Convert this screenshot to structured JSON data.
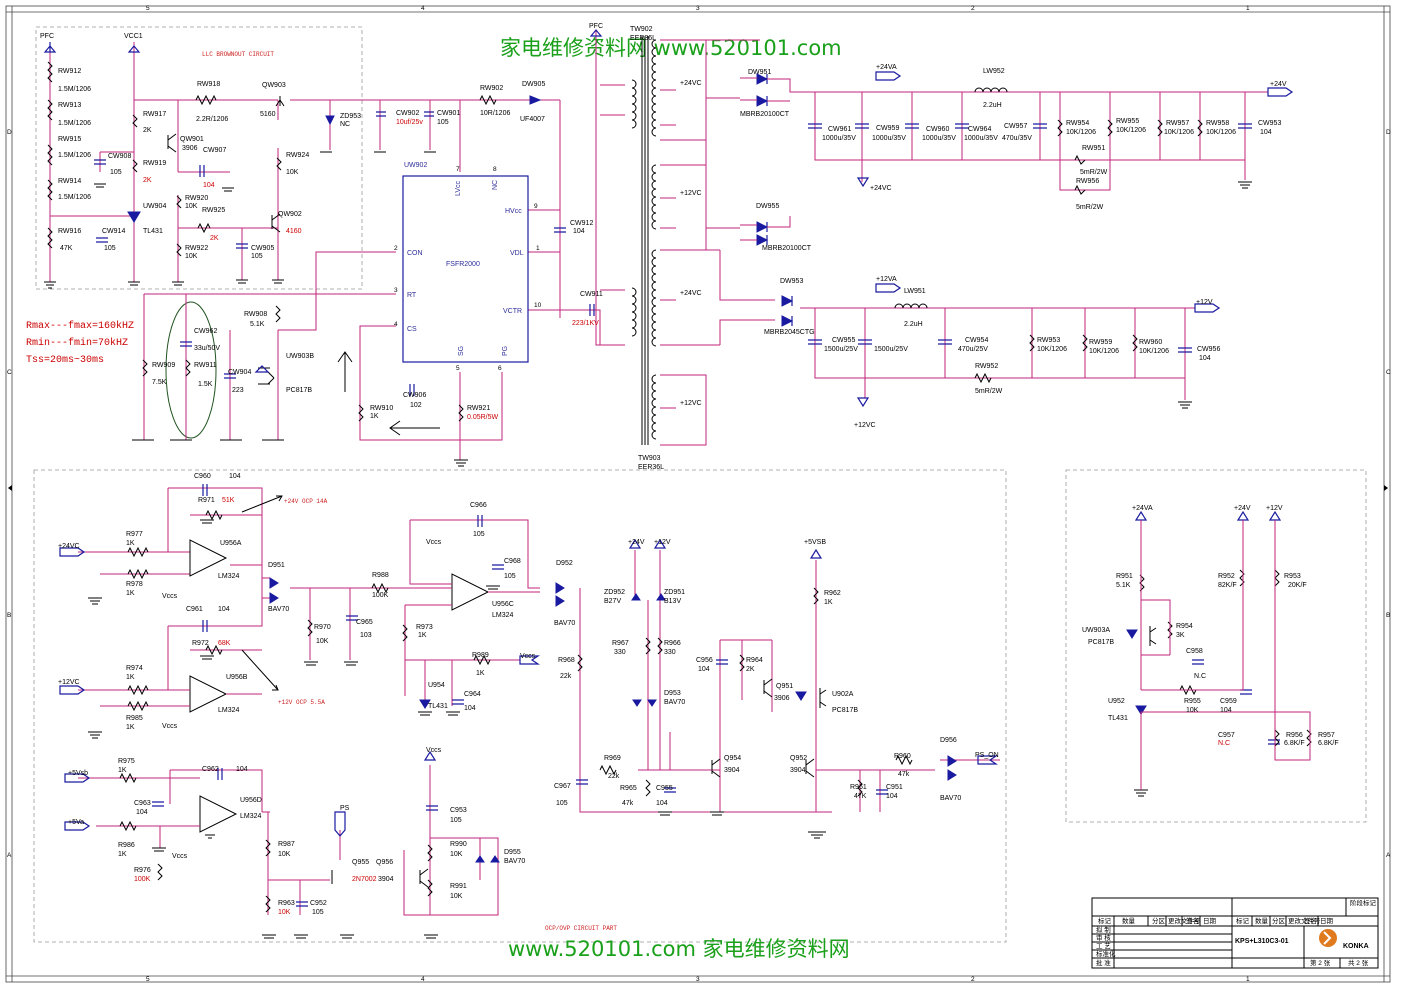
{
  "watermark": {
    "top": "家电维修资料网   www.520101.com",
    "bottom": "www.520101.com  家电维修资料网"
  },
  "frame": {
    "cols": [
      "5",
      "4",
      "3",
      "2",
      "1"
    ],
    "rows": [
      "D",
      "C",
      "B",
      "A"
    ]
  },
  "sections": {
    "llc_brownout": "LLC BROWNOUT CIRCUIT",
    "ocp_ovp": "OCP/OVP CIRCUIT PART"
  },
  "notes": [
    "Rmax---fmax=160kHZ",
    "Rmin---fmin=70kHZ",
    "Tss=20ms~30ms"
  ],
  "ic_uw902": {
    "ref": "UW902",
    "name": "FSFR2000",
    "pins": [
      "LVcc",
      "NC",
      "HVcc",
      "VDL",
      "CON",
      "RT",
      "CS",
      "VCTR",
      "SG",
      "PG"
    ],
    "pin_numbers": [
      "7",
      "8",
      "9",
      "1",
      "2",
      "3",
      "4",
      "10",
      "5",
      "6"
    ]
  },
  "nets": {
    "pfc": "PFC",
    "vcc1": "VCC1",
    "v24a": "+24VA",
    "v24": "+24V",
    "v24c": "+24VC",
    "v12c": "+12VC",
    "v12a": "+12VA",
    "v12": "+12V",
    "vcc": "Vccs",
    "v5sb": "+5Vsb",
    "v5a": "+5Va",
    "v5vsb": "+5VSB",
    "ps": "PS",
    "ps_on": "PS_ON"
  },
  "transformers": {
    "tw902": "TW902",
    "tw902_core": "EER36L",
    "tw903": "TW903",
    "tw903_core": "EER36L"
  },
  "components": [
    {
      "id": "rw912",
      "t": "RW912"
    },
    {
      "id": "rw912v",
      "t": "1.5M/1206"
    },
    {
      "id": "rw913",
      "t": "RW913"
    },
    {
      "id": "rw913v",
      "t": "1.5M/1206"
    },
    {
      "id": "rw915",
      "t": "RW915"
    },
    {
      "id": "rw915v",
      "t": "1.5M/1206"
    },
    {
      "id": "rw914",
      "t": "RW914"
    },
    {
      "id": "rw914v",
      "t": "1.5M/1206"
    },
    {
      "id": "rw916",
      "t": "RW916"
    },
    {
      "id": "rw916v",
      "t": "47K"
    },
    {
      "id": "cw914",
      "t": "CW914"
    },
    {
      "id": "cw914v",
      "t": "105"
    },
    {
      "id": "rw917",
      "t": "RW917"
    },
    {
      "id": "rw917v",
      "t": "2K"
    },
    {
      "id": "cw908",
      "t": "CW908"
    },
    {
      "id": "cw908v",
      "t": "105"
    },
    {
      "id": "rw919",
      "t": "RW919"
    },
    {
      "id": "uw904",
      "t": "UW904"
    },
    {
      "id": "uw904v",
      "t": "TL431"
    },
    {
      "id": "rw918",
      "t": "RW918"
    },
    {
      "id": "rw918v",
      "t": "2.2R/1206"
    },
    {
      "id": "qw901",
      "t": "QW901"
    },
    {
      "id": "qw901v",
      "t": "3906"
    },
    {
      "id": "cw907",
      "t": "CW907"
    },
    {
      "id": "rw920",
      "t": "RW920"
    },
    {
      "id": "rw920v",
      "t": "10K"
    },
    {
      "id": "rw925",
      "t": "RW925"
    },
    {
      "id": "rw922",
      "t": "RW922"
    },
    {
      "id": "rw922v",
      "t": "10K"
    },
    {
      "id": "cw905",
      "t": "CW905"
    },
    {
      "id": "cw905v",
      "t": "105"
    },
    {
      "id": "qw903",
      "t": "QW903"
    },
    {
      "id": "qw903v",
      "t": "5160"
    },
    {
      "id": "rw924",
      "t": "RW924"
    },
    {
      "id": "rw924v",
      "t": "10K"
    },
    {
      "id": "qw902",
      "t": "QW902"
    },
    {
      "id": "zd953",
      "t": "ZD953"
    },
    {
      "id": "zd953v",
      "t": "NC"
    },
    {
      "id": "cw902",
      "t": "CW902"
    },
    {
      "id": "cw901",
      "t": "CW901"
    },
    {
      "id": "cw901v",
      "t": "105"
    },
    {
      "id": "rw902",
      "t": "RW902"
    },
    {
      "id": "rw902v",
      "t": "10R/1206"
    },
    {
      "id": "dw905",
      "t": "DW905"
    },
    {
      "id": "dw905v",
      "t": "UF4007"
    },
    {
      "id": "cw912",
      "t": "CW912"
    },
    {
      "id": "cw912v",
      "t": "104"
    },
    {
      "id": "cw911",
      "t": "CW911"
    },
    {
      "id": "rw908",
      "t": "RW908"
    },
    {
      "id": "rw908v",
      "t": "5.1K"
    },
    {
      "id": "cw962",
      "t": "CW962"
    },
    {
      "id": "cw962v",
      "t": "33u/50V"
    },
    {
      "id": "rw909",
      "t": "RW909"
    },
    {
      "id": "rw909v",
      "t": "7.5K"
    },
    {
      "id": "rw911",
      "t": "RW911"
    },
    {
      "id": "rw911v",
      "t": "1.5K"
    },
    {
      "id": "cw904",
      "t": "CW904"
    },
    {
      "id": "cw904v",
      "t": "223"
    },
    {
      "id": "uw903b",
      "t": "UW903B"
    },
    {
      "id": "uw903bv",
      "t": "PC817B"
    },
    {
      "id": "cw906",
      "t": "CW906"
    },
    {
      "id": "cw906v",
      "t": "102"
    },
    {
      "id": "rw910",
      "t": "RW910"
    },
    {
      "id": "rw910v",
      "t": "1K"
    },
    {
      "id": "rw921",
      "t": "RW921"
    },
    {
      "id": "dw951",
      "t": "DW951"
    },
    {
      "id": "dw951v",
      "t": "MBRB20100CT"
    },
    {
      "id": "dw955",
      "t": "DW955"
    },
    {
      "id": "dw955v",
      "t": "MBRB20100CT"
    },
    {
      "id": "dw953",
      "t": "DW953"
    },
    {
      "id": "dw953v",
      "t": "MBRB2045CTG"
    },
    {
      "id": "lw952",
      "t": "LW952"
    },
    {
      "id": "lw952v",
      "t": "2.2uH"
    },
    {
      "id": "cw961",
      "t": "CW961"
    },
    {
      "id": "cw961v",
      "t": "1000u/35V"
    },
    {
      "id": "cw959",
      "t": "CW959"
    },
    {
      "id": "cw959v",
      "t": "1000u/35V"
    },
    {
      "id": "cw960",
      "t": "CW960"
    },
    {
      "id": "cw960v",
      "t": "1000u/35V"
    },
    {
      "id": "cw964",
      "t": "CW964"
    },
    {
      "id": "cw964v",
      "t": "1000u/35V"
    },
    {
      "id": "cw957",
      "t": "CW957"
    },
    {
      "id": "cw957v",
      "t": "470u/35V"
    },
    {
      "id": "rw954",
      "t": "RW954"
    },
    {
      "id": "rw954v",
      "t": "10K/1206"
    },
    {
      "id": "rw955",
      "t": "RW955"
    },
    {
      "id": "rw955v",
      "t": "10K/1206"
    },
    {
      "id": "rw957",
      "t": "RW957"
    },
    {
      "id": "rw957v",
      "t": "10K/1206"
    },
    {
      "id": "rw958",
      "t": "RW958"
    },
    {
      "id": "rw958v",
      "t": "10K/1206"
    },
    {
      "id": "cw953",
      "t": "CW953"
    },
    {
      "id": "cw953v",
      "t": "104"
    },
    {
      "id": "rw951",
      "t": "RW951"
    },
    {
      "id": "rw951v",
      "t": "5mR/2W"
    },
    {
      "id": "rw956",
      "t": "RW956"
    },
    {
      "id": "rw956v",
      "t": "5mR/2W"
    },
    {
      "id": "lw951",
      "t": "LW951"
    },
    {
      "id": "lw951v",
      "t": "2.2uH"
    },
    {
      "id": "cw955",
      "t": "CW955"
    },
    {
      "id": "cw955v",
      "t": "1500u/25V"
    },
    {
      "id": "cw955v2",
      "t": "1500u/25V"
    },
    {
      "id": "cw954",
      "t": "CW954"
    },
    {
      "id": "cw954v",
      "t": "470u/25V"
    },
    {
      "id": "rw953",
      "t": "RW953"
    },
    {
      "id": "rw953v",
      "t": "10K/1206"
    },
    {
      "id": "rw959",
      "t": "RW959"
    },
    {
      "id": "rw959v",
      "t": "10K/1206"
    },
    {
      "id": "rw960",
      "t": "RW960"
    },
    {
      "id": "rw960v",
      "t": "10K/1206"
    },
    {
      "id": "cw956",
      "t": "CW956"
    },
    {
      "id": "cw956v",
      "t": "104"
    },
    {
      "id": "rw952",
      "t": "RW952"
    },
    {
      "id": "rw952v",
      "t": "5mR/2W"
    },
    {
      "id": "c960",
      "t": "C960"
    },
    {
      "id": "c960v",
      "t": "104"
    },
    {
      "id": "r971",
      "t": "R971"
    },
    {
      "id": "r977",
      "t": "R977"
    },
    {
      "id": "r977v",
      "t": "1K"
    },
    {
      "id": "r978",
      "t": "R978"
    },
    {
      "id": "r978v",
      "t": "1K"
    },
    {
      "id": "u956a",
      "t": "U956A"
    },
    {
      "id": "u956av",
      "t": "LM324"
    },
    {
      "id": "d951",
      "t": "D951"
    },
    {
      "id": "d951v",
      "t": "BAV70"
    },
    {
      "id": "c961",
      "t": "C961"
    },
    {
      "id": "c961v",
      "t": "104"
    },
    {
      "id": "r972",
      "t": "R972"
    },
    {
      "id": "r974",
      "t": "R974"
    },
    {
      "id": "r974v",
      "t": "1K"
    },
    {
      "id": "r985",
      "t": "R985"
    },
    {
      "id": "r985v",
      "t": "1K"
    },
    {
      "id": "u956b",
      "t": "U956B"
    },
    {
      "id": "u956bv",
      "t": "LM324"
    },
    {
      "id": "r970",
      "t": "R970"
    },
    {
      "id": "r970v",
      "t": "10K"
    },
    {
      "id": "r988",
      "t": "R988"
    },
    {
      "id": "r988v",
      "t": "100K"
    },
    {
      "id": "c965",
      "t": "C965"
    },
    {
      "id": "c965v",
      "t": "103"
    },
    {
      "id": "c966",
      "t": "C966"
    },
    {
      "id": "c966v",
      "t": "105"
    },
    {
      "id": "c968",
      "t": "C968"
    },
    {
      "id": "c968v",
      "t": "105"
    },
    {
      "id": "u956c",
      "t": "U956C"
    },
    {
      "id": "u956cv",
      "t": "LM324"
    },
    {
      "id": "r973",
      "t": "R973"
    },
    {
      "id": "r973v",
      "t": "1K"
    },
    {
      "id": "r989",
      "t": "R989"
    },
    {
      "id": "r989v",
      "t": "1K"
    },
    {
      "id": "u954",
      "t": "U954"
    },
    {
      "id": "u954v",
      "t": "TL431"
    },
    {
      "id": "c964",
      "t": "C964"
    },
    {
      "id": "c964v",
      "t": "104"
    },
    {
      "id": "d952",
      "t": "D952"
    },
    {
      "id": "d952v",
      "t": "BAV70"
    },
    {
      "id": "r968",
      "t": "R968"
    },
    {
      "id": "r968v",
      "t": "22k"
    },
    {
      "id": "zd952",
      "t": "ZD952"
    },
    {
      "id": "zd952v",
      "t": "B27V"
    },
    {
      "id": "zd951",
      "t": "ZD951"
    },
    {
      "id": "zd951v",
      "t": "B13V"
    },
    {
      "id": "r967",
      "t": "R967"
    },
    {
      "id": "r967v",
      "t": "330"
    },
    {
      "id": "r966",
      "t": "R966"
    },
    {
      "id": "r966v",
      "t": "330"
    },
    {
      "id": "d953",
      "t": "D953"
    },
    {
      "id": "d953v",
      "t": "BAV70"
    },
    {
      "id": "r962",
      "t": "R962"
    },
    {
      "id": "r962v",
      "t": "1K"
    },
    {
      "id": "c956",
      "t": "C956"
    },
    {
      "id": "c956v",
      "t": "104"
    },
    {
      "id": "r964",
      "t": "R964"
    },
    {
      "id": "r964v",
      "t": "2K"
    },
    {
      "id": "q951",
      "t": "Q951"
    },
    {
      "id": "q951v",
      "t": "3906"
    },
    {
      "id": "u902a",
      "t": "U902A"
    },
    {
      "id": "u902av",
      "t": "PC817B"
    },
    {
      "id": "c967",
      "t": "C967"
    },
    {
      "id": "c967v",
      "t": "105"
    },
    {
      "id": "r969",
      "t": "R969"
    },
    {
      "id": "r969v",
      "t": "22k"
    },
    {
      "id": "r965",
      "t": "R965"
    },
    {
      "id": "r965v",
      "t": "47k"
    },
    {
      "id": "c955",
      "t": "C955"
    },
    {
      "id": "c955v",
      "t": "104"
    },
    {
      "id": "q954",
      "t": "Q954"
    },
    {
      "id": "q954v",
      "t": "3904"
    },
    {
      "id": "q952",
      "t": "Q952"
    },
    {
      "id": "q952v",
      "t": "3904"
    },
    {
      "id": "r961",
      "t": "R961"
    },
    {
      "id": "r961v",
      "t": "47K"
    },
    {
      "id": "c951",
      "t": "C951"
    },
    {
      "id": "c951v",
      "t": "104"
    },
    {
      "id": "r960",
      "t": "R960"
    },
    {
      "id": "r960v",
      "t": "47k"
    },
    {
      "id": "d956",
      "t": "D956"
    },
    {
      "id": "d956v",
      "t": "BAV70"
    },
    {
      "id": "r975",
      "t": "R975"
    },
    {
      "id": "r975v",
      "t": "1K"
    },
    {
      "id": "c962",
      "t": "C962"
    },
    {
      "id": "c962v",
      "t": "104"
    },
    {
      "id": "c963",
      "t": "C963"
    },
    {
      "id": "c963v",
      "t": "104"
    },
    {
      "id": "u956d",
      "t": "U956D"
    },
    {
      "id": "u956dv",
      "t": "LM324"
    },
    {
      "id": "r986",
      "t": "R986"
    },
    {
      "id": "r986v",
      "t": "1K"
    },
    {
      "id": "r976",
      "t": "R976"
    },
    {
      "id": "r987",
      "t": "R987"
    },
    {
      "id": "r987v",
      "t": "10K"
    },
    {
      "id": "r963",
      "t": "R963"
    },
    {
      "id": "c952",
      "t": "C952"
    },
    {
      "id": "c952v",
      "t": "105"
    },
    {
      "id": "q955",
      "t": "Q955"
    },
    {
      "id": "q956",
      "t": "Q956"
    },
    {
      "id": "q956v",
      "t": "3904"
    },
    {
      "id": "c953",
      "t": "C953"
    },
    {
      "id": "c953v",
      "t": "105"
    },
    {
      "id": "r990",
      "t": "R990"
    },
    {
      "id": "r990v",
      "t": "10K"
    },
    {
      "id": "r991",
      "t": "R991"
    },
    {
      "id": "r991v",
      "t": "10K"
    },
    {
      "id": "d955",
      "t": "D955"
    },
    {
      "id": "d955v",
      "t": "BAV70"
    },
    {
      "id": "r951",
      "t": "R951"
    },
    {
      "id": "r951v",
      "t": "5.1K"
    },
    {
      "id": "r952",
      "t": "R952"
    },
    {
      "id": "r952v",
      "t": "82K/F"
    },
    {
      "id": "r953",
      "t": "R953"
    },
    {
      "id": "r953v",
      "t": "20K/F"
    },
    {
      "id": "r954",
      "t": "R954"
    },
    {
      "id": "r954v",
      "t": "3K"
    },
    {
      "id": "uw903a",
      "t": "UW903A"
    },
    {
      "id": "uw903av",
      "t": "PC817B"
    },
    {
      "id": "c958",
      "t": "C958"
    },
    {
      "id": "c958v",
      "t": "N.C"
    },
    {
      "id": "u952",
      "t": "U952"
    },
    {
      "id": "u952v",
      "t": "TL431"
    },
    {
      "id": "r955",
      "t": "R955"
    },
    {
      "id": "r955v",
      "t": "10K"
    },
    {
      "id": "c959",
      "t": "C959"
    },
    {
      "id": "c959v",
      "t": "104"
    },
    {
      "id": "c957",
      "t": "C957"
    },
    {
      "id": "r956",
      "t": "R956"
    },
    {
      "id": "r956v",
      "t": "6.8K/F"
    },
    {
      "id": "r957",
      "t": "R957"
    },
    {
      "id": "r957v",
      "t": "6.8K/F"
    }
  ],
  "red_values": [
    {
      "id": "rw919v",
      "t": "2K"
    },
    {
      "id": "cw907v",
      "t": "104"
    },
    {
      "id": "rw925v",
      "t": "2K"
    },
    {
      "id": "qw902v",
      "t": "4160"
    },
    {
      "id": "cw902v",
      "t": "10uf/25v"
    },
    {
      "id": "cw911v",
      "t": "223/1KV"
    },
    {
      "id": "rw921v",
      "t": "0.05R/5W"
    },
    {
      "id": "r971v",
      "t": "51K"
    },
    {
      "id": "r972v",
      "t": "68K"
    },
    {
      "id": "r976v",
      "t": "100K"
    },
    {
      "id": "r963v",
      "t": "10K"
    },
    {
      "id": "q955v",
      "t": "2N7002"
    },
    {
      "id": "c957v",
      "t": "N.C"
    }
  ],
  "ocp_notes": {
    "ocp24": "+24V OCP 14A",
    "ocp12": "+12V OCP 5.5A"
  },
  "title_block": {
    "headers": [
      "标记",
      "数量",
      "分区",
      "更改文件号",
      "签名",
      "日期"
    ],
    "headers2": [
      "标记",
      "数量",
      "分区",
      "更改文件号",
      "签名",
      "日期"
    ],
    "rows": [
      "拟 制",
      "审 核",
      "工 艺",
      "标准化",
      "批 准"
    ],
    "stage": "阶段标记",
    "part": "KPS+L310C3-01",
    "brand": "KONKA",
    "sheet": "第 2 张",
    "total": "共 2 张"
  }
}
